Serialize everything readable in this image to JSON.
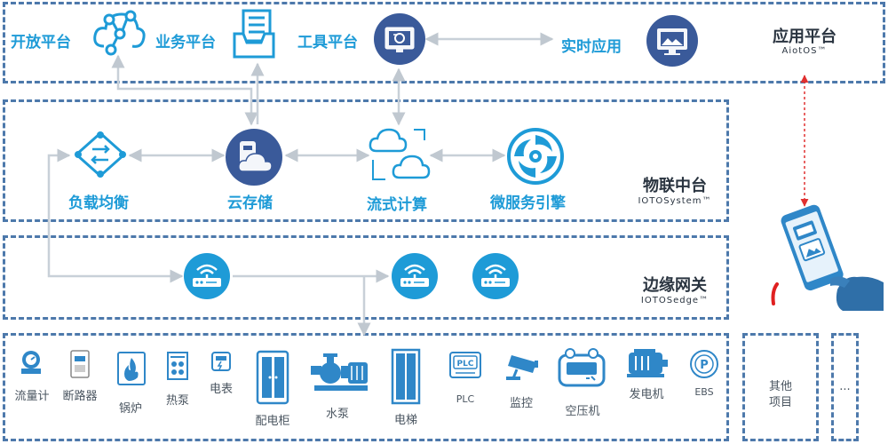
{
  "app_platform": {
    "title": "应用平台",
    "subtitle": "AiotOS™",
    "items": [
      "开放平台",
      "业务平台",
      "工具平台",
      "实时应用"
    ]
  },
  "iot_platform": {
    "title": "物联中台",
    "subtitle": "IOTOSystem™",
    "items": [
      "负载均衡",
      "云存储",
      "流式计算",
      "微服务引擎"
    ]
  },
  "edge": {
    "title": "边缘网关",
    "subtitle": "IOTOSedge™"
  },
  "devices": [
    "流量计",
    "断路器",
    "锅炉",
    "热泵",
    "电表",
    "配电柜",
    "水泵",
    "电梯",
    "PLC",
    "监控",
    "空压机",
    "发电机",
    "EBS"
  ],
  "device_icon_text": {
    "plc": "PLC",
    "ebs": "P"
  },
  "other": {
    "line1": "其他",
    "line2": "项目",
    "more": "..."
  },
  "colors": {
    "accent": "#1e9bd7",
    "dashed_border": "#4d79ab",
    "dark_icon": "#3a5a9a",
    "arrow_red": "#e03030"
  }
}
